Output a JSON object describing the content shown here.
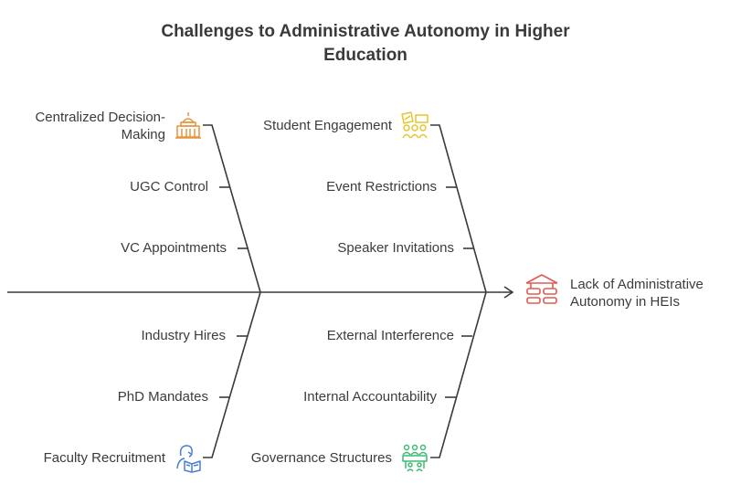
{
  "title": "Challenges to Administrative Autonomy in Higher Education",
  "effect": {
    "line1": "Lack of Administrative",
    "line2": "Autonomy in HEIs",
    "icon": "barrier-icon",
    "color": "#e05a52"
  },
  "categories": {
    "top_left": {
      "head": {
        "line1": "Centralized Decision-",
        "line2": "Making"
      },
      "icon": "capitol-building-icon",
      "color": "#e8923a",
      "causes": [
        "UGC Control",
        "VC Appointments"
      ]
    },
    "top_right": {
      "head": "Student Engagement",
      "icon": "students-group-icon",
      "color": "#e6c62c",
      "causes": [
        "Event Restrictions",
        "Speaker Invitations"
      ]
    },
    "bottom_left": {
      "head": "Faculty Recruitment",
      "icon": "person-reading-icon",
      "color": "#4a7ed6",
      "causes": [
        "Industry Hires",
        "PhD Mandates"
      ]
    },
    "bottom_right": {
      "head": "Governance Structures",
      "icon": "meeting-table-icon",
      "color": "#3dbb72",
      "causes": [
        "External Interference",
        "Internal Accountability"
      ]
    }
  },
  "line_color": "#3a3a3a"
}
